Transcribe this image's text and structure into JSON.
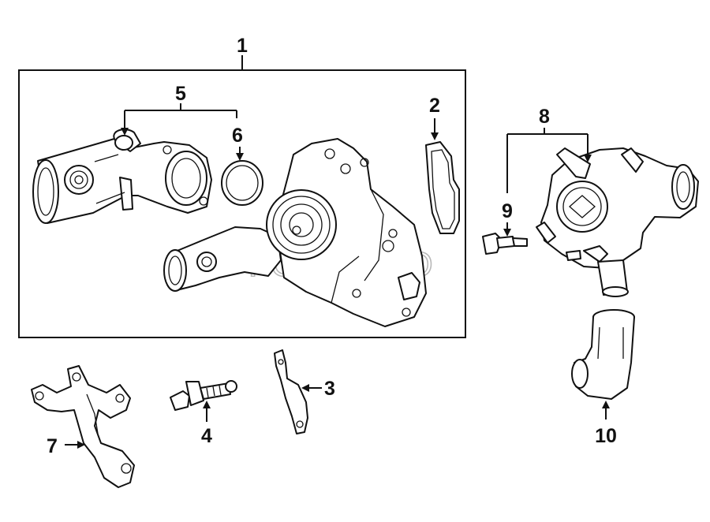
{
  "diagram": {
    "callouts": {
      "c1": "1",
      "c2": "2",
      "c3": "3",
      "c4": "4",
      "c5": "5",
      "c6": "6",
      "c7": "7",
      "c8": "8",
      "c9": "9",
      "c10": "10"
    },
    "watermark": "FCP EURO"
  }
}
